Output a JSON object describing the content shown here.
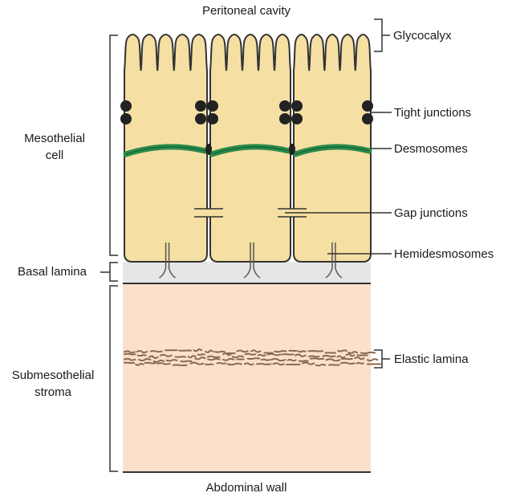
{
  "labels": {
    "top": "Peritoneal cavity",
    "bottom": "Abdominal wall",
    "mesothelial_cell_line1": "Mesothelial",
    "mesothelial_cell_line2": "cell",
    "basal_lamina": "Basal lamina",
    "submesothelial_line1": "Submesothelial",
    "submesothelial_line2": "stroma",
    "glycocalyx": "Glycocalyx",
    "tight_junctions": "Tight junctions",
    "desmosomes": "Desmosomes",
    "gap_junctions": "Gap junctions",
    "hemidesmosomes": "Hemidesmosomes",
    "elastic_lamina": "Elastic lamina"
  },
  "colors": {
    "cell_fill": "#f5dfa3",
    "outline": "#333333",
    "basal_lamina": "#e6e6e6",
    "stroma": "#fbe0cc",
    "desmosome": "#2a8a4a",
    "elastic": "#8a6a50",
    "junction": "#222222"
  }
}
